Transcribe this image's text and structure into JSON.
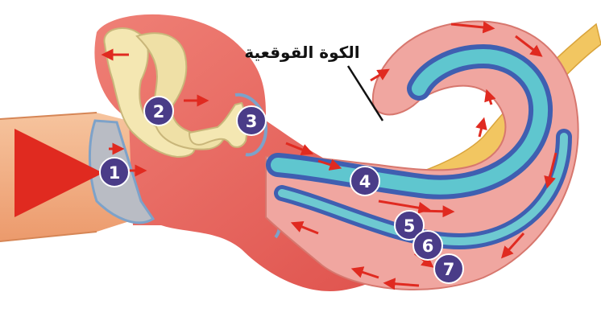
{
  "label": "الكوة القوقعية",
  "markers": [
    "1",
    "2",
    "3",
    "4",
    "5",
    "6",
    "7"
  ],
  "colors": {
    "canal": "#f4b488",
    "tissue": "#e8635e",
    "bone": "#f4e7b2",
    "cochlea_outer": "#f0a6a0",
    "scala_blue": "#3f5fb1",
    "scala_teal": "#5fc6cf",
    "nerve": "#f2c661",
    "marker": "#4a3c88",
    "arrow": "#e02a20"
  }
}
